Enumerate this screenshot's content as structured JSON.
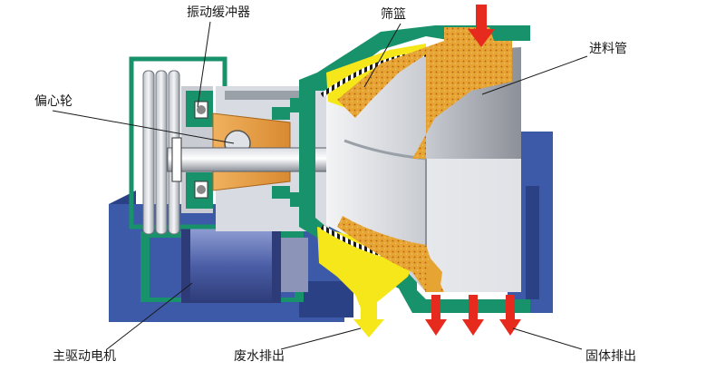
{
  "labels": {
    "vibration_buffer": "振动缓冲器",
    "screen_basket": "筛篮",
    "feed_pipe": "进料管",
    "eccentric_wheel": "偏心轮",
    "main_motor": "主驱动电机",
    "waste_water_outlet": "废水排出",
    "solids_outlet": "固体排出"
  },
  "colors": {
    "base_blue": "#3d5aa8",
    "base_blue_dark": "#2b4186",
    "green_outline": "#18926a",
    "steel_light": "#e6e8ec",
    "steel_mid": "#aeb2ba",
    "steel_dark": "#6e737c",
    "bearing_orange": "#e8a24e",
    "slurry_orange": "#e6a432",
    "filtrate_yellow": "#f6e71a",
    "flow_red": "#e62a1e",
    "motor_blue": "#4b5ea6"
  }
}
